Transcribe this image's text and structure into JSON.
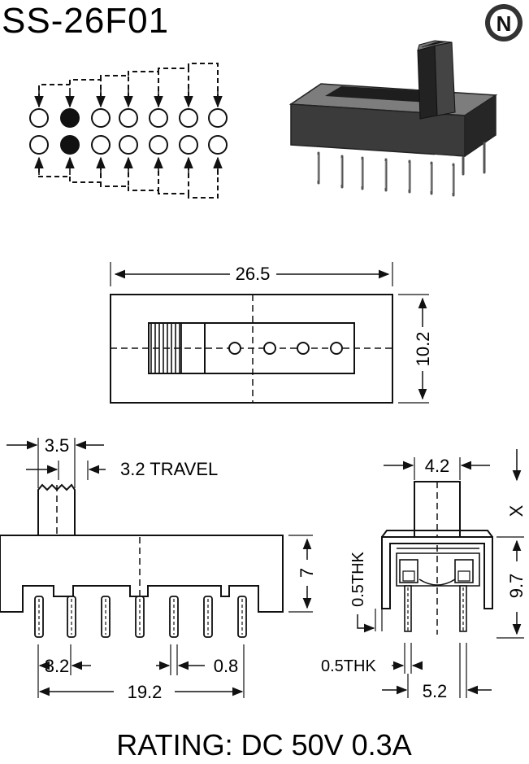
{
  "title": "SS-26F01",
  "logo_letter": "N",
  "rating": "RATING: DC 50V 0.3A",
  "dimensions": {
    "top_length": "26.5",
    "top_height": "10.2",
    "knob_width": "3.5",
    "travel": "3.2 TRAVEL",
    "body_height": "7",
    "pin_pitch": "3.2",
    "pin_width": "0.8",
    "pin_span": "19.2",
    "side_knob_width": "4.2",
    "side_x": "X",
    "side_height": "9.7",
    "side_thk_vertical": "0.5THK",
    "side_thk_horizontal": "0.5THK",
    "side_pin_spacing": "5.2"
  },
  "pin_diagram": {
    "columns": 7,
    "rows": 2,
    "filled_column": 2
  },
  "colors": {
    "ink": "#111111",
    "body_dark": "#3a3a3a",
    "body_light": "#8a8a8a"
  }
}
